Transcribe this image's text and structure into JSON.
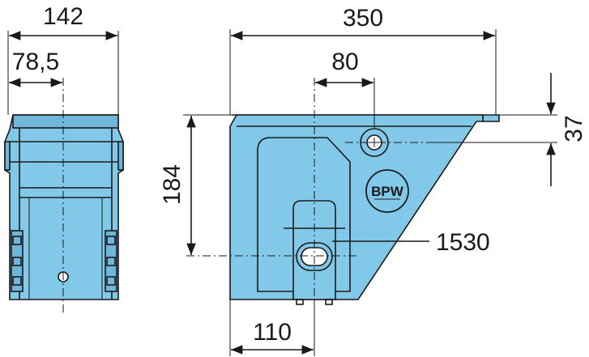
{
  "dimensions": {
    "left_width": "142",
    "left_offset": "78,5",
    "right_width": "350",
    "right_offset": "80",
    "right_height_total": "184",
    "right_height_top": "37",
    "right_bottom_offset": "110",
    "reference": "1530"
  },
  "logo": {
    "text": "BPW"
  },
  "colors": {
    "body": "#82c8e8",
    "line": "#1a1a1a"
  }
}
